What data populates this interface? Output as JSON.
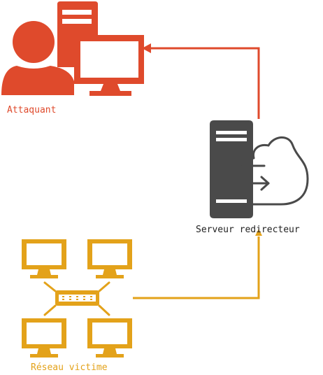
{
  "labels": {
    "attacker": "Attaquant",
    "server": "Serveur redirecteur",
    "network": "Réseau victime"
  },
  "colors": {
    "attacker": "#DF4A2C",
    "server": "#4A4A4A",
    "network": "#E3A21A",
    "background": "#FFFFFF"
  },
  "icons": {
    "attacker": "user-with-computer-icon",
    "server": "server-cloud-redirect-icon",
    "network": "networked-computers-icon"
  }
}
